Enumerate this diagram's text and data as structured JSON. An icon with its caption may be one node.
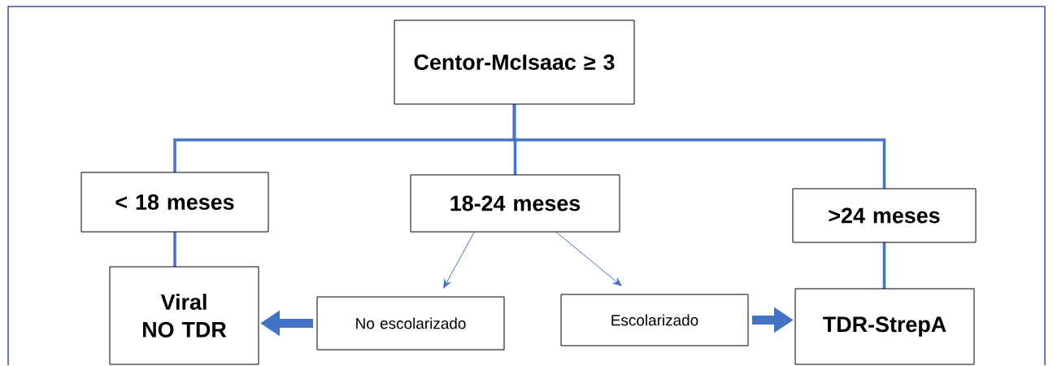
{
  "diagram": {
    "nodes": [
      {
        "text": [
          "Centor-McIsaac ≥ 3"
        ]
      },
      {
        "text": [
          "< 18 meses"
        ]
      },
      {
        "text": [
          "18-24 meses"
        ]
      },
      {
        "text": [
          ">24 meses"
        ]
      },
      {
        "text": [
          "Viral NO TDR"
        ]
      },
      {
        "text": [
          "No escolarizado"
        ]
      },
      {
        "text": [
          "Escolarizado"
        ]
      },
      {
        "text": [
          "TDR-StrepA"
        ]
      }
    ],
    "edges": [
      {
        "from": 0,
        "to": 1,
        "arrow": "none"
      },
      {
        "from": 0,
        "to": 2,
        "arrow": "none"
      },
      {
        "from": 0,
        "to": 3,
        "arrow": "none"
      },
      {
        "from": 1,
        "to": 4,
        "arrow": "none"
      },
      {
        "from": 2,
        "to": 5,
        "arrow": "to"
      },
      {
        "from": 2,
        "to": 6,
        "arrow": "to"
      },
      {
        "from": 3,
        "to": 7,
        "arrow": "none"
      },
      {
        "from": 5,
        "to": 4,
        "arrow": "to",
        "style": "thick"
      },
      {
        "from": 6,
        "to": 7,
        "arrow": "to",
        "style": "thick"
      }
    ]
  }
}
